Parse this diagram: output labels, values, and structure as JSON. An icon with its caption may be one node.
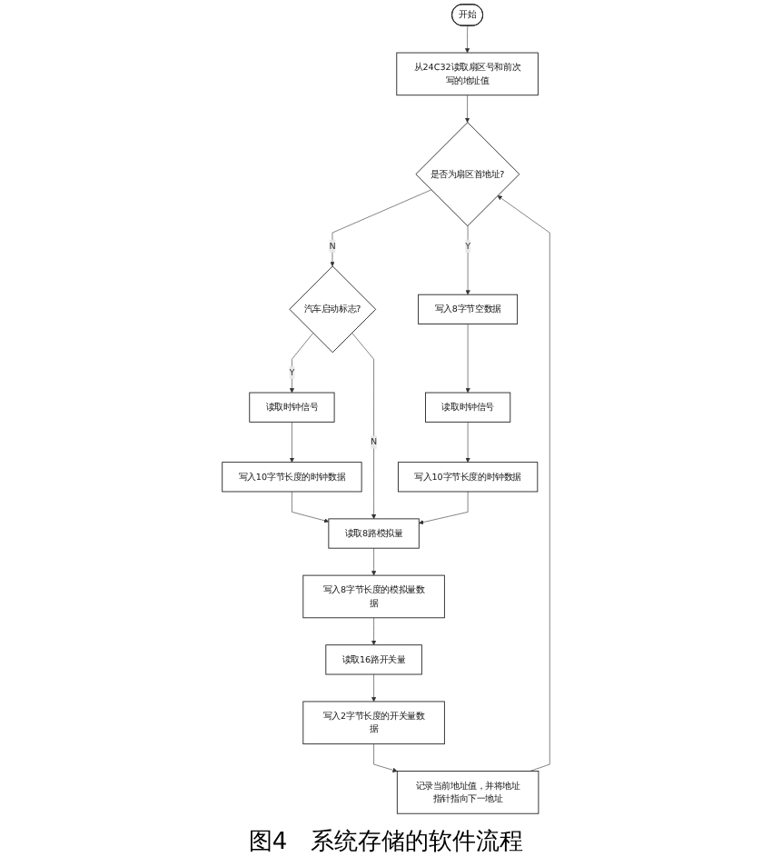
{
  "diagram": {
    "caption": "图4　系统存储的软件流程",
    "nodes": [
      {
        "text": [
          "开始"
        ]
      },
      {
        "text": [
          "从24C32读取扇区号和前次写的地址值"
        ]
      },
      {
        "text": [
          "是否为扇区首地址?"
        ]
      },
      {
        "text": [
          "写入8字节空数据"
        ]
      },
      {
        "text": [
          "汽车启动标志?"
        ]
      },
      {
        "text": [
          "读取时钟信号"
        ]
      },
      {
        "text": [
          "写入10字节长度的时钟数据"
        ]
      },
      {
        "text": [
          "读取时钟信号"
        ]
      },
      {
        "text": [
          "写入10字节长度的时钟数据"
        ]
      },
      {
        "text": [
          "读取8路模拟量"
        ]
      },
      {
        "text": [
          "写入8字节长度的模拟量数据"
        ]
      },
      {
        "text": [
          "读取16路开关量"
        ]
      },
      {
        "text": [
          "写入2字节长度的开关量数据"
        ]
      },
      {
        "text": [
          "记录当前地址值，并将地址指针指向下一地址"
        ]
      }
    ],
    "edges": [
      {
        "from": 0,
        "to": 1,
        "arrow": "to"
      },
      {
        "from": 1,
        "to": 2,
        "arrow": "to"
      },
      {
        "from": 2,
        "to": 3,
        "arrow": "to",
        "label": "Y"
      },
      {
        "from": 2,
        "to": 4,
        "arrow": "to",
        "label": "N"
      },
      {
        "from": 4,
        "to": 5,
        "arrow": "to",
        "label": "Y"
      },
      {
        "from": 5,
        "to": 6,
        "arrow": "to"
      },
      {
        "from": 3,
        "to": 7,
        "arrow": "to"
      },
      {
        "from": 7,
        "to": 8,
        "arrow": "to"
      },
      {
        "from": 6,
        "to": 9,
        "arrow": "to"
      },
      {
        "from": 4,
        "to": 9,
        "arrow": "to",
        "label": "N"
      },
      {
        "from": 8,
        "to": 9,
        "arrow": "to"
      },
      {
        "from": 9,
        "to": 10,
        "arrow": "to"
      },
      {
        "from": 10,
        "to": 11,
        "arrow": "to"
      },
      {
        "from": 11,
        "to": 12,
        "arrow": "to"
      },
      {
        "from": 12,
        "to": 13,
        "arrow": "to"
      },
      {
        "from": 13,
        "to": 2,
        "arrow": "to"
      }
    ]
  }
}
